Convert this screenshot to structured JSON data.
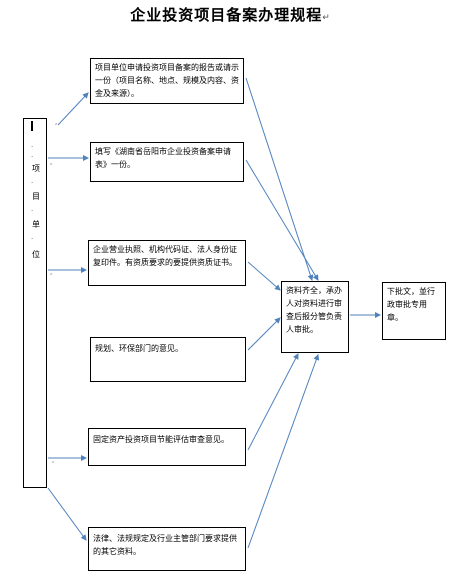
{
  "title": "企业投资项目备案办理规程",
  "paragraph_mark": "↵",
  "left_column": {
    "chars": [
      "项",
      "目",
      "单",
      "位"
    ]
  },
  "boxes": {
    "b1": "项目单位申请投资项目备案的报告或请示一份（项目名称、地点、规模及内容、资金及来源）。",
    "b2": "填写《湖南省岳阳市企业投资备案申请表》一份。",
    "b3": "企业营业执照、机构代码证、法人身份证复印件。有资质要求的要提供资质证书。",
    "b4": "规划、环保部门的意见。",
    "b5": "固定资产投资项目节能评估审查意见。",
    "b6": "法律、法规规定及行业主管部门要求提供的其它资料。",
    "center": "资料齐全，承办人对资料进行审查后报分管负责人审批。",
    "final": "下批文，並行政审批专用章。"
  },
  "colors": {
    "line": "#000000",
    "arrow": "#4f81bd"
  }
}
